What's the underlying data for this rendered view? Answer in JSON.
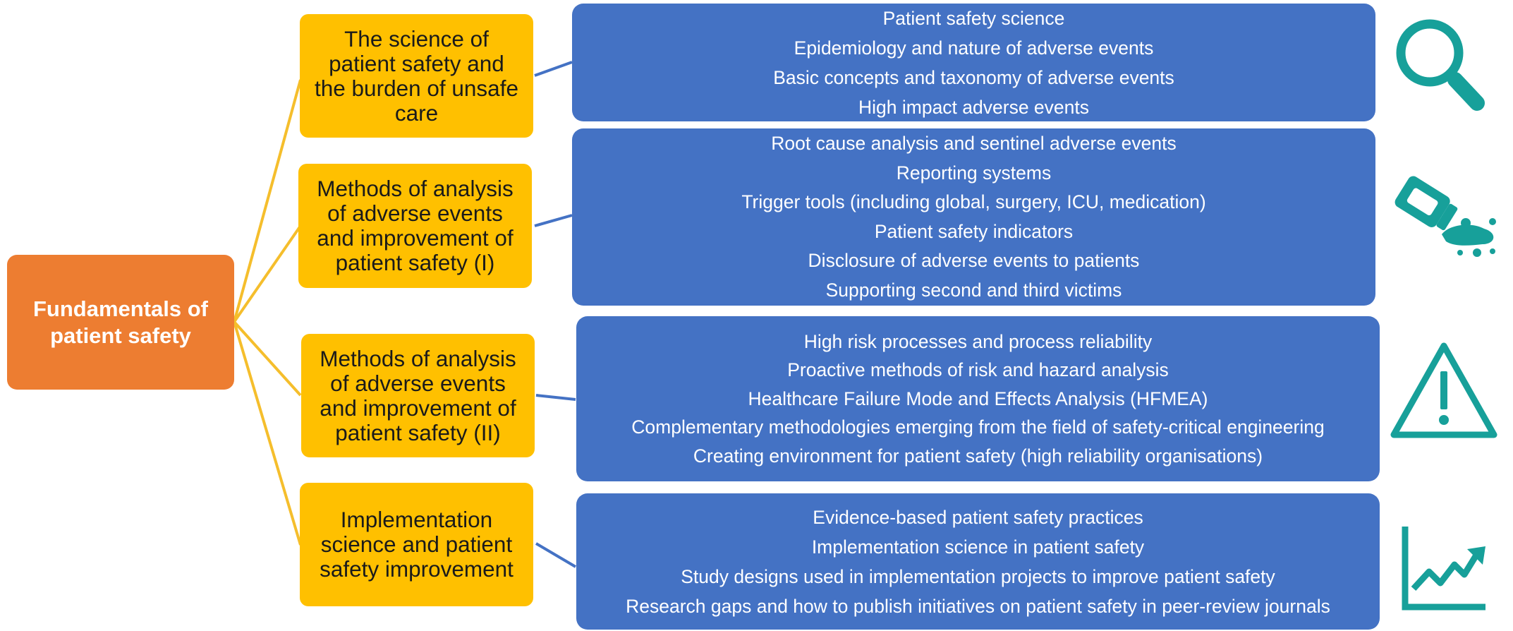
{
  "root": {
    "label": "Fundamentals of\npatient safety"
  },
  "colors": {
    "root": "#ED7D31",
    "category": "#FFC000",
    "detail": "#4472C4",
    "icon": "#17A09A",
    "root_connector": "#F5BE2C",
    "detail_connector": "#4472C4"
  },
  "categories": [
    {
      "label": "The science of\npatient safety and\nthe burden of unsafe\ncare",
      "icon": "magnifier-icon",
      "items": [
        "Patient safety science",
        "Epidemiology and nature of adverse events",
        "Basic concepts and taxonomy of adverse events",
        "High impact adverse events"
      ]
    },
    {
      "label": "Methods of analysis\nof adverse events\nand improvement of\npatient safety (I)",
      "icon": "spilled-pill-bottle-icon",
      "items": [
        "Root cause analysis and sentinel adverse events",
        "Reporting systems",
        "Trigger tools (including global, surgery, ICU, medication)",
        "Patient safety indicators",
        "Disclosure of adverse events to patients",
        "Supporting second and third victims"
      ]
    },
    {
      "label": "Methods of analysis\nof adverse events\nand improvement of\npatient safety (II)",
      "icon": "warning-triangle-icon",
      "items": [
        "High risk processes and process reliability",
        "Proactive methods of risk and hazard analysis",
        "Healthcare Failure Mode and Effects Analysis (HFMEA)",
        "Complementary methodologies emerging from the field of safety-critical engineering",
        "Creating environment for patient safety (high reliability organisations)"
      ]
    },
    {
      "label": "Implementation\nscience and patient\nsafety improvement",
      "icon": "trend-chart-icon",
      "items": [
        "Evidence-based patient safety practices",
        "Implementation science in patient safety",
        "Study designs used in implementation projects to improve patient safety",
        "Research gaps and how to publish initiatives on patient safety in peer-review journals"
      ]
    }
  ]
}
